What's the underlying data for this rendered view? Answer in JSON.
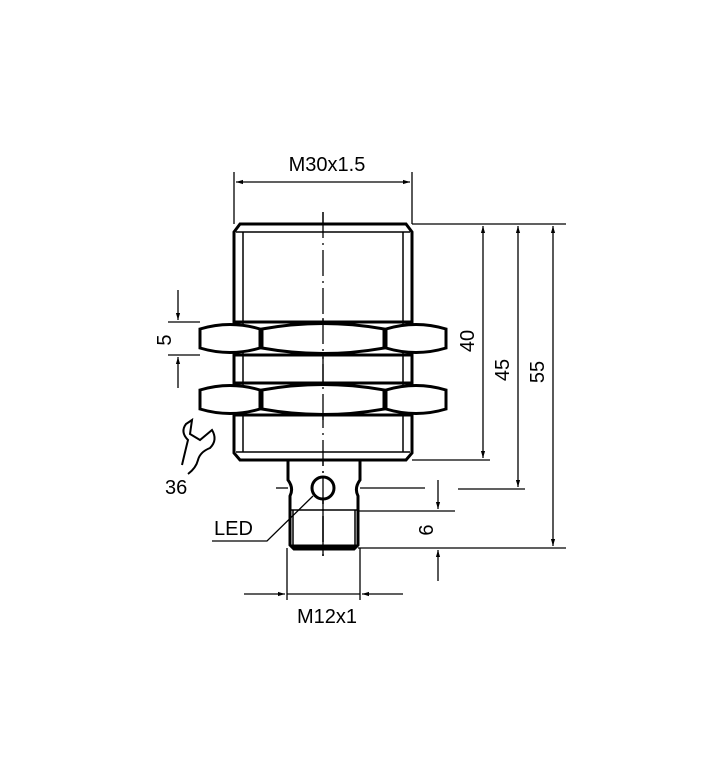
{
  "drawing": {
    "colors": {
      "line": "#000000",
      "background": "#ffffff"
    },
    "dimensions": {
      "thread_main": "M30x1.5",
      "nut_thickness": "5",
      "length_40": "40",
      "length_45": "45",
      "length_55": "55",
      "connector_thread_length": "6",
      "thread_connector": "M12x1",
      "wrench_size": "36"
    },
    "labels": {
      "led": "LED"
    },
    "icons": {
      "wrench": "wrench-icon"
    }
  }
}
